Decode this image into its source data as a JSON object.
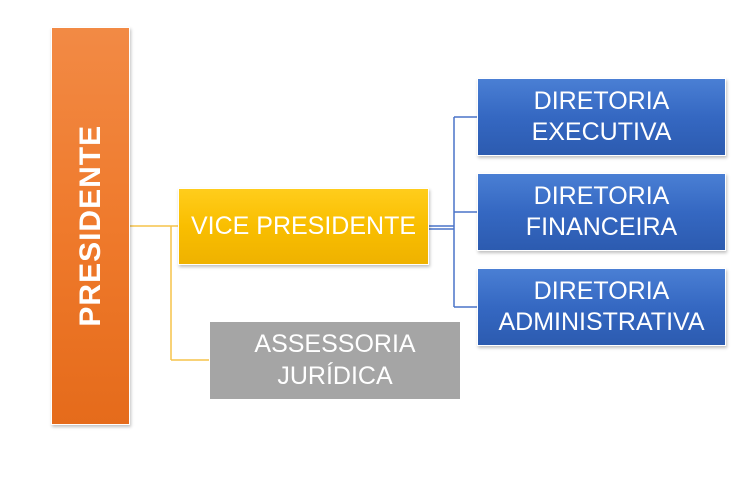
{
  "diagram": {
    "president": {
      "label": "PRESIDENTE"
    },
    "vice_president": {
      "label": "VICE PRESIDENTE"
    },
    "legal_advisory": {
      "label": "ASSESSORIA\nJURÍDICA"
    },
    "directorates": [
      {
        "label": "DIRETORIA\nEXECUTIVA"
      },
      {
        "label": "DIRETORIA\nFINANCEIRA"
      },
      {
        "label": "DIRETORIA\nADMINISTRATIVA"
      }
    ]
  },
  "colors": {
    "president": "#ef7a2c",
    "vice_president": "#f9be00",
    "legal_advisory": "#a5a5a5",
    "directorate": "#3568c2",
    "connector_yellow": "#f6c34a",
    "connector_blue": "#4a74c9"
  }
}
